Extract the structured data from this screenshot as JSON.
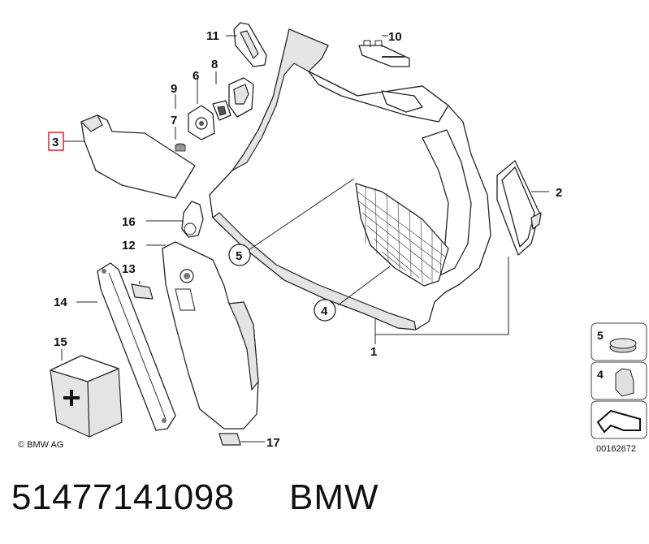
{
  "diagram": {
    "callouts": {
      "p1": "1",
      "p2": "2",
      "p3": "3",
      "p4": "4",
      "p5": "5",
      "p6": "6",
      "p7": "7",
      "p8": "8",
      "p9": "9",
      "p10": "10",
      "p11": "11",
      "p12": "12",
      "p13": "13",
      "p14": "14",
      "p15": "15",
      "p16": "16",
      "p17": "17"
    },
    "highlighted_callout": "3",
    "highlight_color": "#d9232e",
    "copyright": "© BMW AG",
    "legend": {
      "item5": "5",
      "item4": "4"
    },
    "drawing_number": "00162672"
  },
  "footer": {
    "part_number": "51477141098",
    "brand": "BMW"
  }
}
